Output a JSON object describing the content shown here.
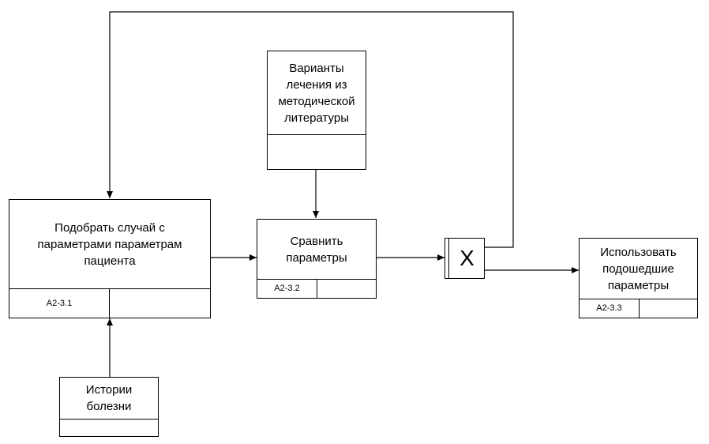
{
  "boxes": {
    "select_case": {
      "label": "Подобрать случай с\nпараметрами параметрам\nпациента",
      "id": "А2-3.1"
    },
    "compare": {
      "label": "Сравнить\nпараметры",
      "id": "А2-3.2"
    },
    "use_params": {
      "label": "Использовать\nподошедшие\nпараметры",
      "id": "А2-3.3"
    },
    "treatment_options": {
      "label": "Варианты\nлечения из\nметодической\nлитературы"
    },
    "case_histories": {
      "label": "Истории\nболезни"
    }
  },
  "junction": {
    "symbol": "X"
  }
}
